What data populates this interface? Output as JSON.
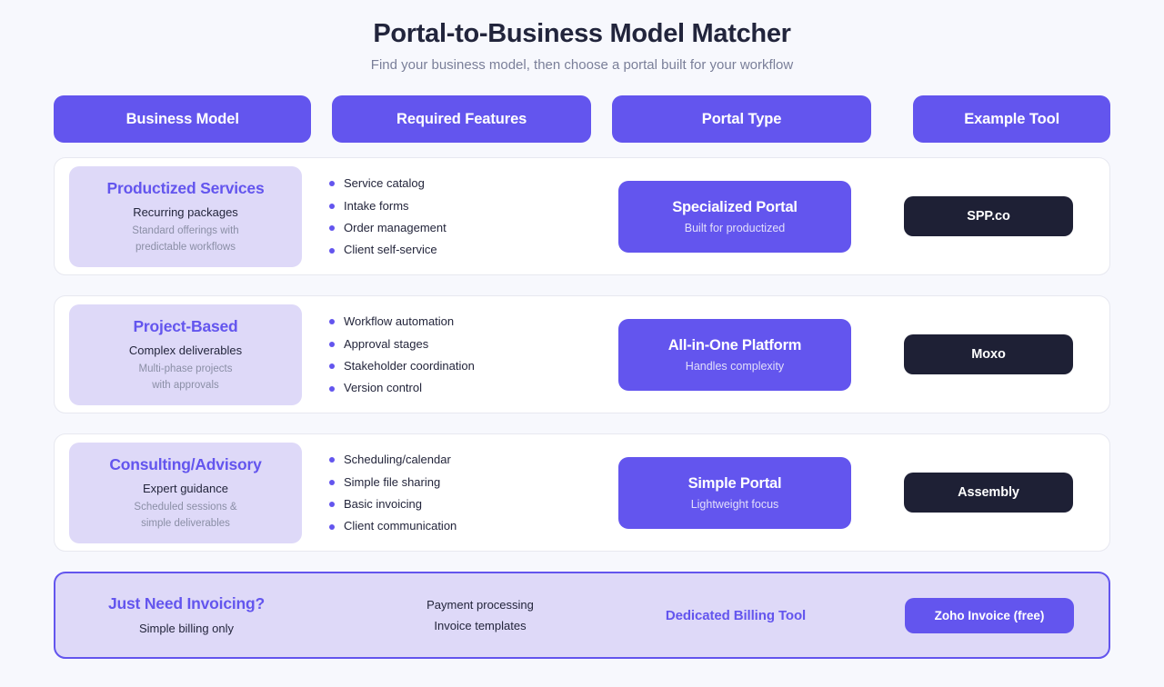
{
  "header": {
    "title": "Portal-to-Business Model Matcher",
    "subtitle": "Find your business model, then choose a portal built for your workflow"
  },
  "colors": {
    "accent": "#6355ee",
    "accent_soft": "#ded9f8",
    "dark_chip": "#1e2035",
    "page_bg": "#f7f8fd",
    "card_bg": "#ffffff",
    "card_border": "#e7e8f0",
    "title_text": "#22253c",
    "muted_text": "#7a7f99"
  },
  "columns": [
    {
      "label": "Business Model"
    },
    {
      "label": "Required Features"
    },
    {
      "label": "Portal Type"
    },
    {
      "label": "Example Tool"
    }
  ],
  "rows": [
    {
      "model": {
        "name": "Productized Services",
        "summary": "Recurring packages",
        "detail_line1": "Standard offerings with",
        "detail_line2": "predictable workflows"
      },
      "features": [
        "Service catalog",
        "Intake forms",
        "Order management",
        "Client self-service"
      ],
      "portal": {
        "name": "Specialized Portal",
        "sub": "Built for productized"
      },
      "tool": "SPP.co"
    },
    {
      "model": {
        "name": "Project-Based",
        "summary": "Complex deliverables",
        "detail_line1": "Multi-phase projects",
        "detail_line2": "with approvals"
      },
      "features": [
        "Workflow automation",
        "Approval stages",
        "Stakeholder coordination",
        "Version control"
      ],
      "portal": {
        "name": "All-in-One Platform",
        "sub": "Handles complexity"
      },
      "tool": "Moxo"
    },
    {
      "model": {
        "name": "Consulting/Advisory",
        "summary": "Expert guidance",
        "detail_line1": "Scheduled sessions &",
        "detail_line2": "simple deliverables"
      },
      "features": [
        "Scheduling/calendar",
        "Simple file sharing",
        "Basic invoicing",
        "Client communication"
      ],
      "portal": {
        "name": "Simple Portal",
        "sub": "Lightweight focus"
      },
      "tool": "Assembly"
    }
  ],
  "footnote": {
    "title": "Just Need Invoicing?",
    "summary": "Simple billing only",
    "features": [
      "Payment processing",
      "Invoice templates"
    ],
    "portal": "Dedicated Billing Tool",
    "tool": "Zoho Invoice (free)"
  }
}
